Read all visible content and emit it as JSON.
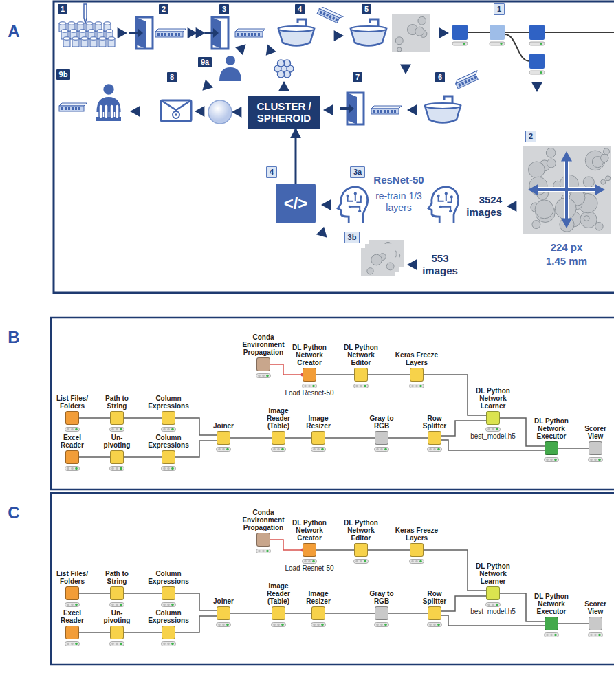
{
  "diagram": {
    "nodes": [
      {
        "text": [
          "1"
        ]
      },
      {
        "text": [
          "2"
        ]
      },
      {
        "text": [
          "3"
        ]
      },
      {
        "text": [
          "4"
        ]
      },
      {
        "text": [
          "5"
        ]
      },
      {
        "text": [
          "1"
        ]
      },
      {
        "text": [
          "9a"
        ]
      },
      {
        "text": [
          "9b"
        ]
      },
      {
        "text": [
          "8"
        ]
      },
      {
        "text": [
          "CLUSTER / SPHEROID"
        ]
      },
      {
        "text": [
          "7"
        ]
      },
      {
        "text": [
          "6"
        ]
      },
      {
        "text": [
          "2"
        ]
      },
      {
        "text": [
          "3a"
        ]
      },
      {
        "text": [
          "4"
        ]
      },
      {
        "text": [
          "</>"
        ]
      },
      {
        "text": [
          "3b"
        ]
      },
      {
        "text": [
          "Conda Environment Propagation"
        ]
      },
      {
        "text": [
          "DL Python Network Creator",
          "Load Resnet-50"
        ]
      },
      {
        "text": [
          "DL Python Network Editor"
        ]
      },
      {
        "text": [
          "Keras Freeze Layers"
        ]
      },
      {
        "text": [
          "DL Python Network Learner",
          "best_model.h5"
        ]
      },
      {
        "text": [
          "DL Python Network Executor"
        ]
      },
      {
        "text": [
          "Scorer View"
        ]
      },
      {
        "text": [
          "List Files/ Folders"
        ]
      },
      {
        "text": [
          "Path to String"
        ]
      },
      {
        "text": [
          "Column Expressions"
        ]
      },
      {
        "text": [
          "Excel Reader"
        ]
      },
      {
        "text": [
          "Un- pivoting"
        ]
      },
      {
        "text": [
          "Column Expressions"
        ]
      },
      {
        "text": [
          "Joiner"
        ]
      },
      {
        "text": [
          "Image Reader (Table)"
        ]
      },
      {
        "text": [
          "Image Resizer"
        ]
      },
      {
        "text": [
          "Gray to RGB"
        ]
      },
      {
        "text": [
          "Row Splitter"
        ]
      },
      {
        "text": [
          "Conda Environment Propagation"
        ]
      },
      {
        "text": [
          "DL Python Network Creator",
          "Load Resnet-50"
        ]
      },
      {
        "text": [
          "DL Python Network Editor"
        ]
      },
      {
        "text": [
          "Keras Freeze Layers"
        ]
      },
      {
        "text": [
          "DL Python Network Learner",
          "best_model.h5"
        ]
      },
      {
        "text": [
          "DL Python Network Executor"
        ]
      },
      {
        "text": [
          "Scorer View"
        ]
      },
      {
        "text": [
          "List Files/ Folders"
        ]
      },
      {
        "text": [
          "Path to String"
        ]
      },
      {
        "text": [
          "Column Expressions"
        ]
      },
      {
        "text": [
          "Excel Reader"
        ]
      },
      {
        "text": [
          "Un- pivoting"
        ]
      },
      {
        "text": [
          "Column Expressions"
        ]
      },
      {
        "text": [
          "Joiner"
        ]
      },
      {
        "text": [
          "Image Reader (Table)"
        ]
      },
      {
        "text": [
          "Image Resizer"
        ]
      },
      {
        "text": [
          "Gray to RGB"
        ]
      },
      {
        "text": [
          "Row Splitter"
        ]
      }
    ],
    "edges": [
      {
        "from": 15,
        "to": 9,
        "arrow": "to"
      },
      {
        "from": 17,
        "to": 18,
        "arrow": "none"
      },
      {
        "from": 18,
        "to": 19,
        "arrow": "none"
      },
      {
        "from": 19,
        "to": 20,
        "arrow": "none"
      },
      {
        "from": 20,
        "to": 21,
        "arrow": "none"
      },
      {
        "from": 24,
        "to": 25,
        "arrow": "none"
      },
      {
        "from": 25,
        "to": 26,
        "arrow": "none"
      },
      {
        "from": 26,
        "to": 30,
        "arrow": "none"
      },
      {
        "from": 27,
        "to": 28,
        "arrow": "none"
      },
      {
        "from": 28,
        "to": 29,
        "arrow": "none"
      },
      {
        "from": 29,
        "to": 30,
        "arrow": "none"
      },
      {
        "from": 30,
        "to": 31,
        "arrow": "none"
      },
      {
        "from": 31,
        "to": 32,
        "arrow": "none"
      },
      {
        "from": 32,
        "to": 33,
        "arrow": "none"
      },
      {
        "from": 33,
        "to": 34,
        "arrow": "none"
      },
      {
        "from": 34,
        "to": 21,
        "arrow": "none"
      },
      {
        "from": 34,
        "to": 22,
        "arrow": "none"
      },
      {
        "from": 21,
        "to": 22,
        "arrow": "none"
      },
      {
        "from": 22,
        "to": 23,
        "arrow": "none"
      },
      {
        "from": 35,
        "to": 36,
        "arrow": "none"
      },
      {
        "from": 36,
        "to": 37,
        "arrow": "none"
      },
      {
        "from": 37,
        "to": 38,
        "arrow": "none"
      },
      {
        "from": 38,
        "to": 39,
        "arrow": "none"
      },
      {
        "from": 42,
        "to": 43,
        "arrow": "none"
      },
      {
        "from": 43,
        "to": 44,
        "arrow": "none"
      },
      {
        "from": 44,
        "to": 48,
        "arrow": "none"
      },
      {
        "from": 45,
        "to": 46,
        "arrow": "none"
      },
      {
        "from": 46,
        "to": 47,
        "arrow": "none"
      },
      {
        "from": 47,
        "to": 48,
        "arrow": "none"
      },
      {
        "from": 48,
        "to": 49,
        "arrow": "none"
      },
      {
        "from": 49,
        "to": 50,
        "arrow": "none"
      },
      {
        "from": 50,
        "to": 51,
        "arrow": "none"
      },
      {
        "from": 51,
        "to": 52,
        "arrow": "none"
      },
      {
        "from": 52,
        "to": 39,
        "arrow": "none"
      },
      {
        "from": 52,
        "to": 40,
        "arrow": "none"
      },
      {
        "from": 39,
        "to": 40,
        "arrow": "none"
      },
      {
        "from": 40,
        "to": 41,
        "arrow": "none"
      }
    ],
    "labels": [
      "A",
      "ResNet-50",
      "re-train 1/3 layers",
      "3524 images",
      "224 px",
      "1.45 mm",
      "553 images",
      "B",
      "C"
    ]
  }
}
